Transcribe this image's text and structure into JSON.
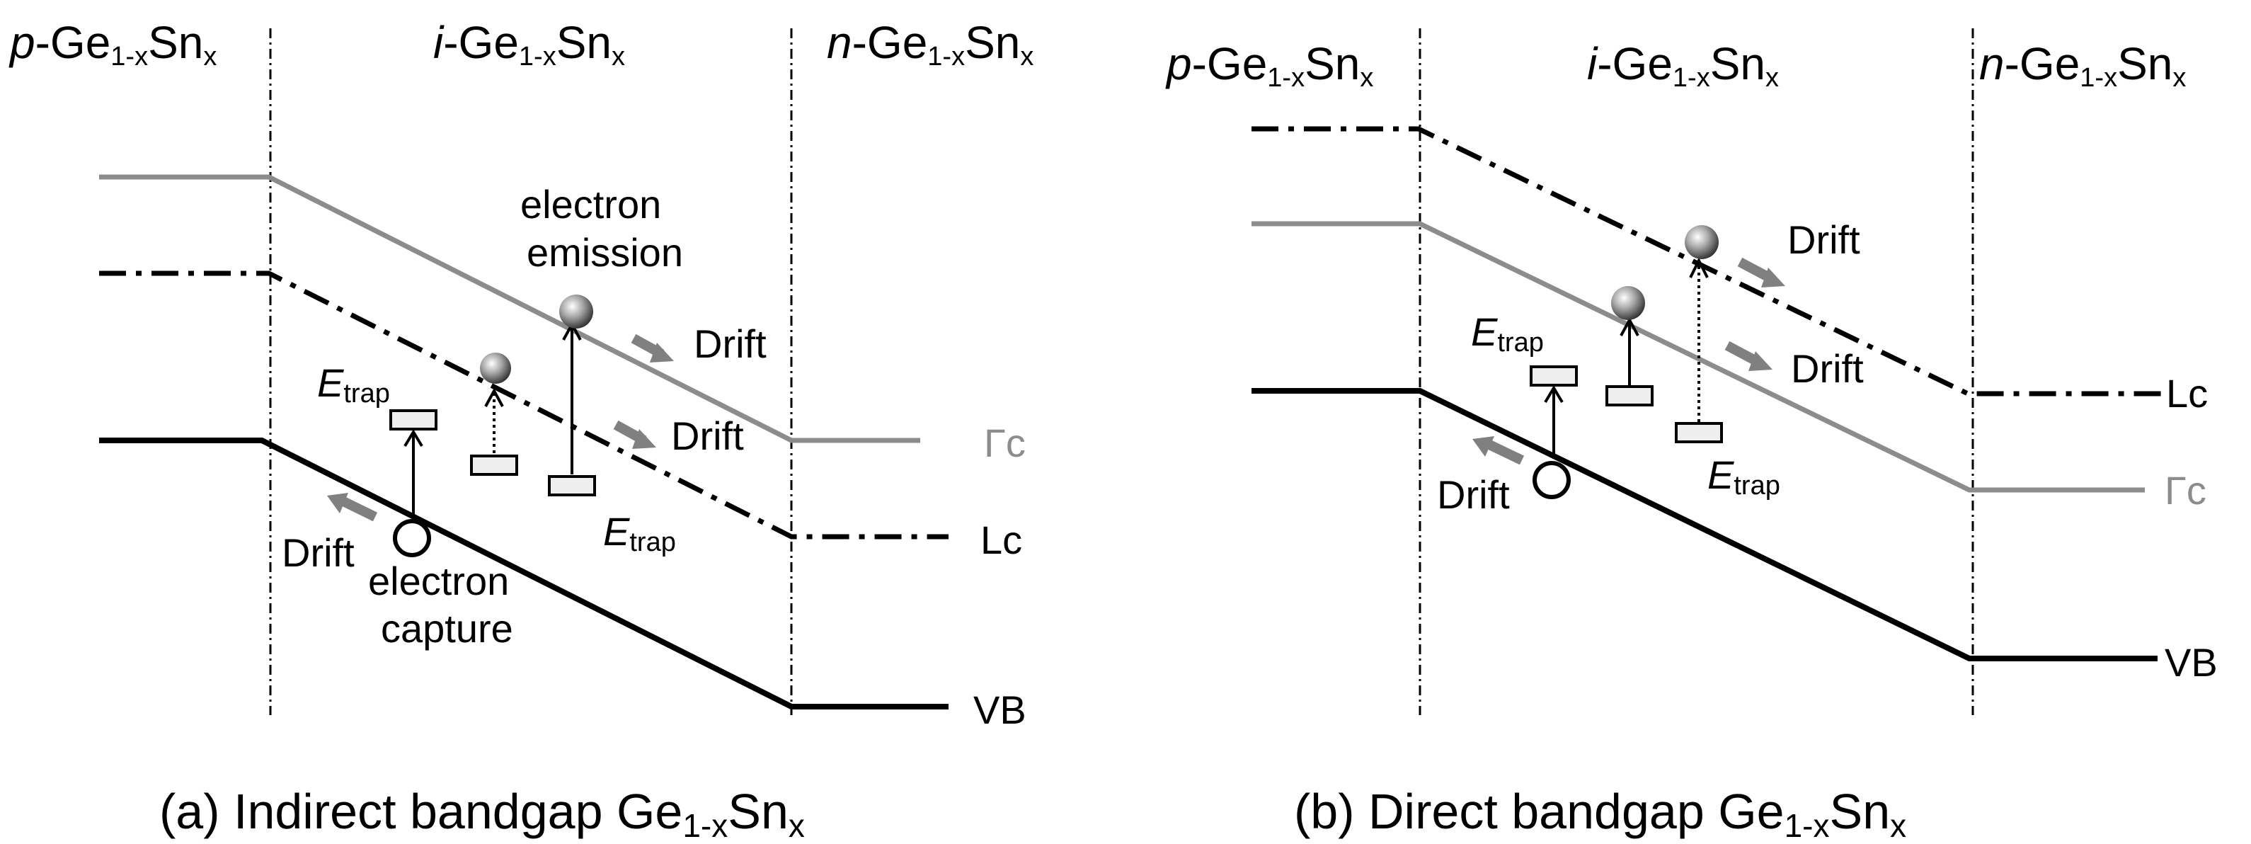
{
  "panel_a": {
    "regions": {
      "p_italic": "p",
      "i_italic": "i",
      "n_italic": "n",
      "base": "-Ge",
      "sub1": "1-x",
      "mid": "Sn",
      "sub2": "x"
    },
    "bands": {
      "gamma": "Γc",
      "lc": "Lc",
      "vb": "VB"
    },
    "emission": [
      "electron",
      "emission"
    ],
    "capture": [
      "electron",
      "capture"
    ],
    "drift": "Drift",
    "trap": {
      "e": "E",
      "sub": "trap"
    },
    "caption": {
      "pre": "(a) Indirect bandgap Ge",
      "sub1": "1-x",
      "mid": "Sn",
      "sub2": "x"
    }
  },
  "panel_b": {
    "regions": {
      "p_italic": "p",
      "i_italic": "i",
      "n_italic": "n",
      "base": "-Ge",
      "sub1": "1-x",
      "mid": "Sn",
      "sub2": "x"
    },
    "bands": {
      "gamma": "Γc",
      "lc": "Lc",
      "vb": "VB"
    },
    "drift": "Drift",
    "trap": {
      "e": "E",
      "sub": "trap"
    },
    "caption": {
      "pre": "(b) Direct bandgap Ge",
      "sub1": "1-x",
      "mid": "Sn",
      "sub2": "x"
    }
  },
  "colors": {
    "gamma_band": "#8c8c8c",
    "drift_arrow": "#808080",
    "trap_fill": "#eeeeee"
  }
}
